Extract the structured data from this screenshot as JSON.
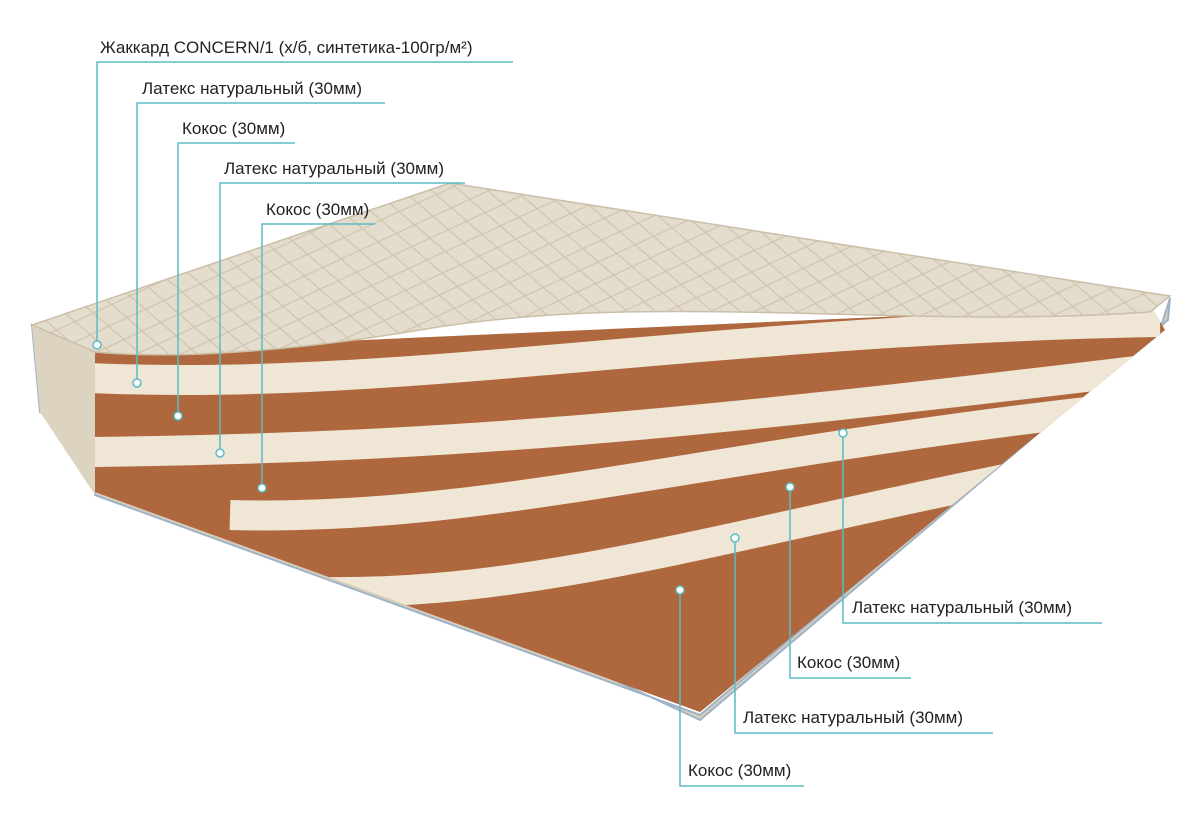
{
  "title": "Mattress layer composition",
  "labels_left": [
    {
      "id": "cover",
      "text": "Жаккард CONCERN/1 (х/б, синтетика-100гр/м²)"
    },
    {
      "id": "latex-1",
      "text": "Латекс натуральный (30мм)"
    },
    {
      "id": "coconut-1",
      "text": "Кокос (30мм)"
    },
    {
      "id": "latex-2",
      "text": "Латекс натуральный (30мм)"
    },
    {
      "id": "coconut-2",
      "text": "Кокос (30мм)"
    }
  ],
  "labels_right": [
    {
      "id": "latex-3",
      "text": "Латекс натуральный (30мм)"
    },
    {
      "id": "coconut-3",
      "text": "Кокос (30мм)"
    },
    {
      "id": "latex-4",
      "text": "Латекс натуральный (30мм)"
    },
    {
      "id": "coconut-4",
      "text": "Кокос (30мм)"
    }
  ],
  "colors": {
    "leader": "#5bbcc4",
    "latex": "#efe6d6",
    "coconut": "#a8613a",
    "cover": "#e2d9c8"
  }
}
